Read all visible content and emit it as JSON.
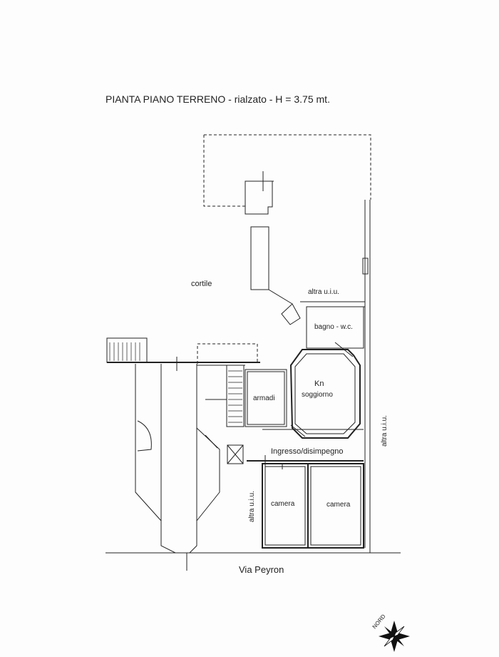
{
  "title": "PIANTA PIANO TERRENO - rialzato - H = 3.75 mt.",
  "labels": {
    "courtyard": "cortile",
    "other_unit_top": "altra u.i.u.",
    "bathroom": "bagno - w.c.",
    "kitchenette": "Kn",
    "living_room": "soggiorno",
    "wardrobes": "armadi",
    "entrance": "Ingresso/disimpegno",
    "bedroom_left": "camera",
    "bedroom_right": "camera",
    "other_unit_left": "altra u.i.u.",
    "other_unit_right": "altra u.i.u.",
    "street": "Via Peyron"
  },
  "compass": {
    "label": "NORD",
    "icon": "compass-rose-icon"
  }
}
